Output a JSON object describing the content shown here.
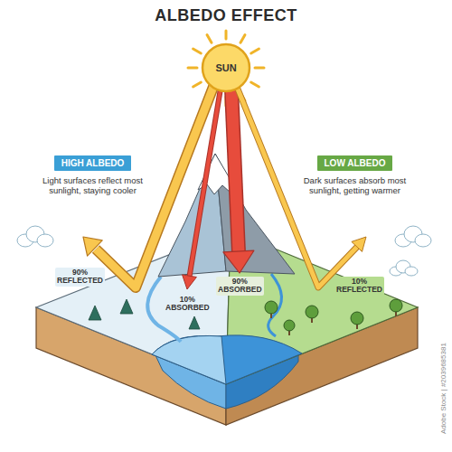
{
  "diagram": {
    "title": "ALBEDO EFFECT",
    "nodes": [
      {
        "text": [
          "SUN"
        ]
      },
      {
        "text": [
          "HIGH ALBEDO",
          "Light surfaces reflect most sunlight, staying cooler"
        ]
      },
      {
        "text": [
          "LOW ALBEDO",
          "Dark surfaces absorb most sunlight, getting warmer"
        ]
      }
    ],
    "labels": [
      "90% REFLECTED",
      "10% ABSORBED",
      "90% ABSORBED",
      "10% REFLECTED",
      "Adobe Stock | #2039685381"
    ]
  }
}
